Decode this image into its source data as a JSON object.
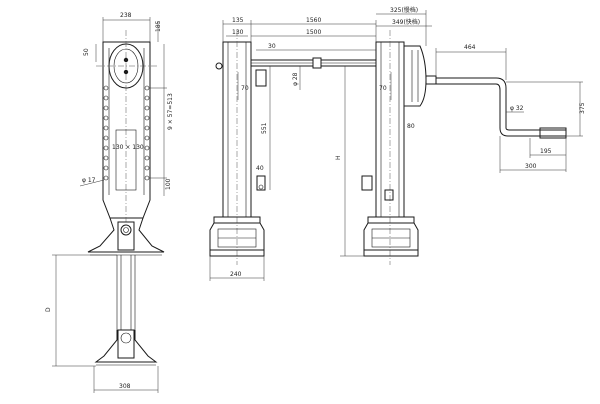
{
  "front_view": {
    "width_top": "238",
    "dim_185": "185",
    "dim_50": "50",
    "holes_spacing": "9 × 57=513",
    "section": "130 × 130",
    "dim_100": "100",
    "hole_dia": "φ 17",
    "stroke": "D",
    "foot_width": "308"
  },
  "side_view": {
    "dim_135": "135",
    "dim_130": "130",
    "span_outer": "1560",
    "span_inner": "1500",
    "dim_30": "30",
    "shaft_dia": "φ 28",
    "dim_70_left": "70",
    "dim_551": "551",
    "dim_40": "40",
    "height_h": "H",
    "dim_70_right": "70",
    "dim_80": "80",
    "base_width": "240",
    "dim_325": "325(慢档)",
    "dim_349": "349(快档)"
  },
  "handle_view": {
    "dim_464": "464",
    "crank_dia": "φ 32",
    "dim_375": "375",
    "dim_195": "195",
    "dim_300": "300"
  }
}
